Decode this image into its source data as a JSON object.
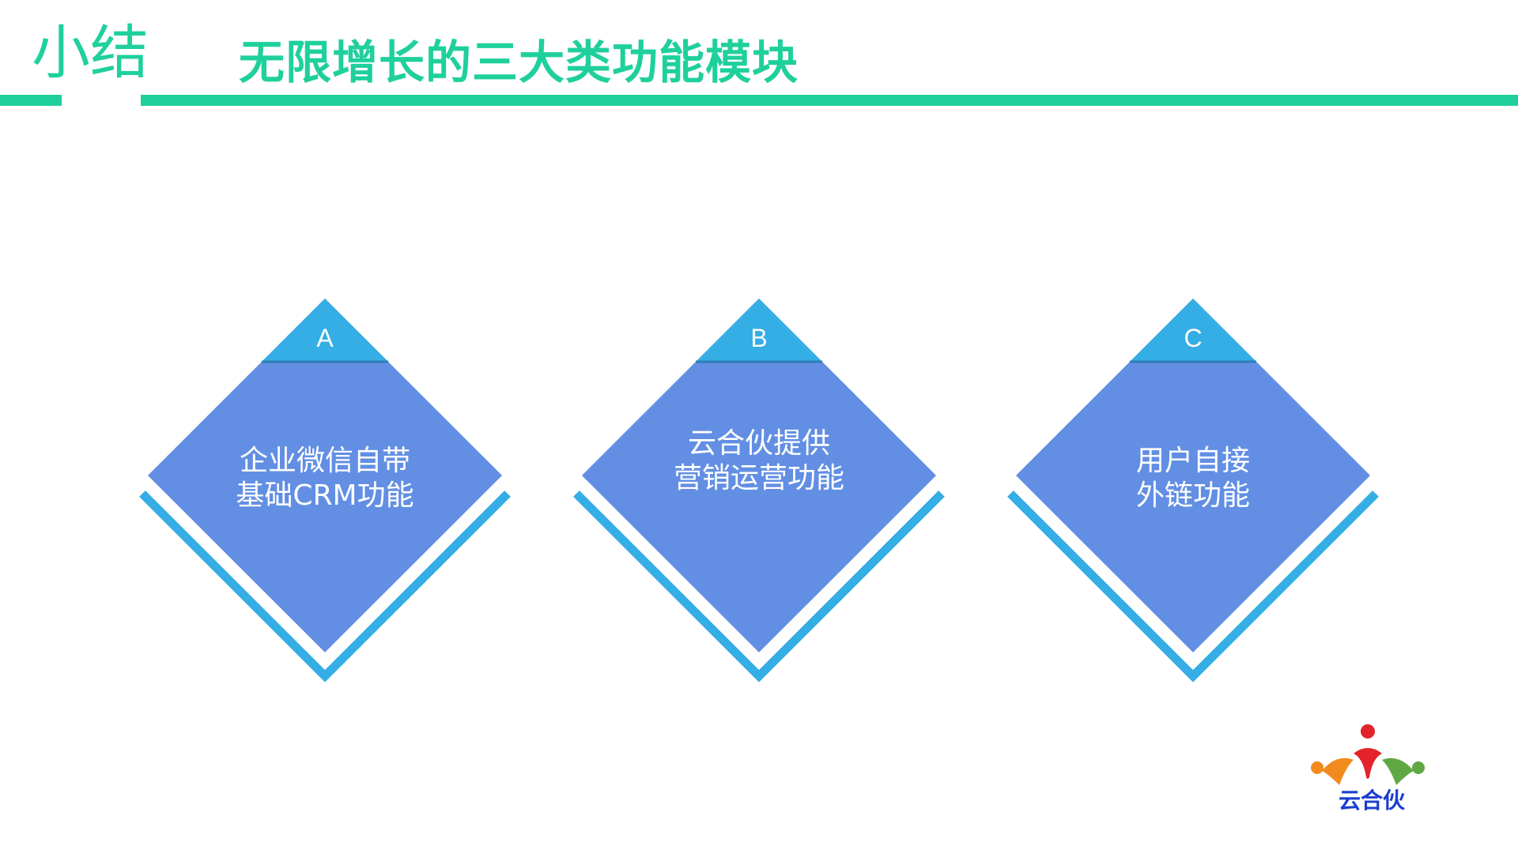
{
  "header": {
    "section_label": "小结",
    "title": "无限增长的三大类功能模块"
  },
  "cards": [
    {
      "letter": "A",
      "line1": "企业微信自带",
      "line2": "基础CRM功能"
    },
    {
      "letter": "B",
      "line1": "云合伙提供",
      "line2": "营销运营功能"
    },
    {
      "letter": "C",
      "line1": "用户自接",
      "line2": "外链功能"
    }
  ],
  "logo": {
    "text": "云合伙"
  },
  "colors": {
    "accent_green": "#1fd09c",
    "diamond_fill": "#628fe3",
    "diamond_outline": "#35ade5",
    "logo_blue": "#1a3fcf"
  }
}
